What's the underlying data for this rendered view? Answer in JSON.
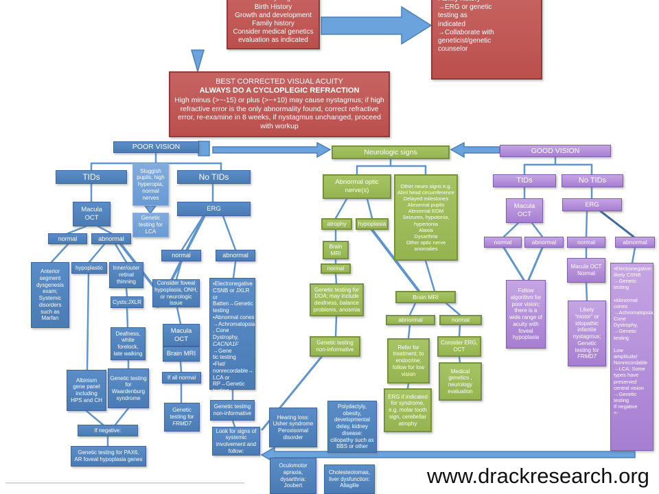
{
  "page": {
    "url_text": "www.drackresearch.org"
  },
  "colors": {
    "red": "#c0504d",
    "blue": "#4f81bd",
    "green": "#9bbb59",
    "purple": "#a67ed2",
    "wire": "#5e94cf"
  },
  "nodes": {
    "history": "Infantile Nystagmus\nBirth History\nGrowth and development\nFamily history\nConsider medical genetics\nevaluation as indicated",
    "family_history": "Family history\n→ERG or genetic\ntesting as\nindicated\n→Collaborate with\ngeneticist/genetic\ncounselor",
    "bcva_title": "BEST CORRECTED VISUAL ACUITY",
    "bcva_bold": "ALWAYS DO A CYCLOPLEGIC REFRACTION",
    "bcva_body": "High minus (>~-15) or plus (>~+10) may cause nystagmus; if high refractive error is the only abnormality found, correct refractive error, re-examine in 8 weeks, if nystagmus unchanged, proceed with workup",
    "poor_vision": "POOR VISION",
    "tids": "TIDs",
    "no_tids": "No TIDs",
    "sluggish": "Sluggish\npupils, high\nhyperopia,\nnormal\nnerves",
    "gt_lca": "Genetic\ntesting for\nLCA",
    "macula_oct": "Macula\nOCT",
    "erg": "ERG",
    "normal1": "normal",
    "abnormal1": "abnormal",
    "asd": "Anterior\nsegment\ndysgenesis\nexam;\nSystemic\ndisorders\nsuch as\nMarfan",
    "hypoplastic": "hypoplastic",
    "inner_outer": "Inner/outer\nretinal\nthinning",
    "cysts": "Cysts:JXLR",
    "deafness": "Deafness,\nwhite\nforelock,\nlate walking",
    "albinism": "Albinism\ngene panel\nincluding\nHPS and CH",
    "waardenburg": "Genetic testing\nfor\nWaardenburg\nsyndrome",
    "if_negative": "If negative:",
    "pax6": "Genetic testing for PAX6,\nAR foveal hypoplasia genes",
    "normal2": "normal",
    "abnormal2": "abnormal",
    "consider_foveal": "Consider foveal\nhypoplasia, ONH,\nor neurologic issue",
    "macula_oct2": "Macula\nOCT",
    "brain_mri2": "Brain MRI",
    "if_all_normal": "If all normal",
    "gt_frmd7_pre": "Genetic\ntesting for\n",
    "frmd7": "FRMD7",
    "erg_abn_p1": "▪Electronegative\nCSNB or JXLR or\nBatten→Genetic\ntesting\n▪Abnormal cones\n→Achromatopsia\n, Cone Dystrophy,\n",
    "cacna1f": "CACNA1F",
    "erg_abn_p2": "→Gene\ntic testing\n▪Flat/\nnonrecordable→\nLCA or\nRP→Genetic\ntesting",
    "gtni_blue": "Genetic testing\nnon-informative",
    "look_signs": "Look for signs of\nsystemic\ninvolvement and\nfollow:",
    "hearing": "Hearing loss:\nUsher syndrome\nPeroxisomal\ndisorder",
    "polydactyly": "Polydactyly,\nobesity,\ndevelopmental\ndelay, kidney\ndisease:\nciliopathy such as\nBBS or other",
    "oculomotor": "Oculomotor\napraxia,\ndysarthria:\nJoubert",
    "cholesteotomas": "Cholesteotomas,\nliver dysfunction:\nAllagille",
    "neuro_signs": "Neurologic signs",
    "abn_optic": "Abnormal optic\nnerve(s)",
    "other_neuro": "Other neuro signs e.g.\nAbnl head circumference\nDelayed milestones\nAbnormal pupils\nAbnormal EOM\nSeizures, hypotonia,\nhypertonia\nAtaxia\nDysarthria\nOther optic nerve\nanomalies",
    "atrophy": "atrophy",
    "hypoplasia": "hypoplasia",
    "brain_mri_sm": "Brain\nMRI",
    "normal_g1": "normal",
    "gt_doa": "Genetic testing for\nDOA; may include\ndeafness, balance\nproblems, anosmia",
    "gtni_green": "Genetic testing\nnon-informative",
    "brain_mri_g": "Brain MRI",
    "abnormal_g": "abnormal",
    "normal_g2": "normal",
    "refer": "Refer for\ntreatment;  to\nendocrine;\nfollow for low\nvision",
    "consider_erg_oct": "Consider ERG,\nOCT",
    "med_gen": "Medical\ngenetics ,\nneurology\nevaluation",
    "erg_if": "ERG if indicated\nfor syndrome,\ne.g. molar tooth\nsign, cerebellar\natrophy",
    "good_vision": "GOOD VISION",
    "tids_p": "TIDs",
    "no_tids_p": "No TIDs",
    "macula_oct_p": "Macula\nOCT",
    "erg_p": "ERG",
    "normal_p1": "normal",
    "abnormal_p1": "abnormal",
    "normal_p2": "normal",
    "abnormal_p2": "abnormal",
    "follow_alg": "Follow\nalgorithm for\npoor vision;\nthere is a\nwide range of\nacuity with\nfoveal\nhypoplasia",
    "moct_normal": "Macula OCT\nNormal",
    "likely_motor_pre": "Likely\n“motor” or\nidiopathic\ninfantile\nnystagmus;\nGenetic\ntesting for\n",
    "frmd7_2": "FRMD7",
    "electroneg": "▪Electronegative:  likely CSNB\n→Genetic\ntesting\n\n▪Abnormal\ncones\n→Achromatopsia, Cone\nDystrophy,\n→Genetic\ntesting\n\nLow\namplitude/\nNonrecordable\n→LCA; Some\ntypes have\npreserved\ncentral vision\n→Genetic\ntesting\nIf  negative\n<-"
  }
}
